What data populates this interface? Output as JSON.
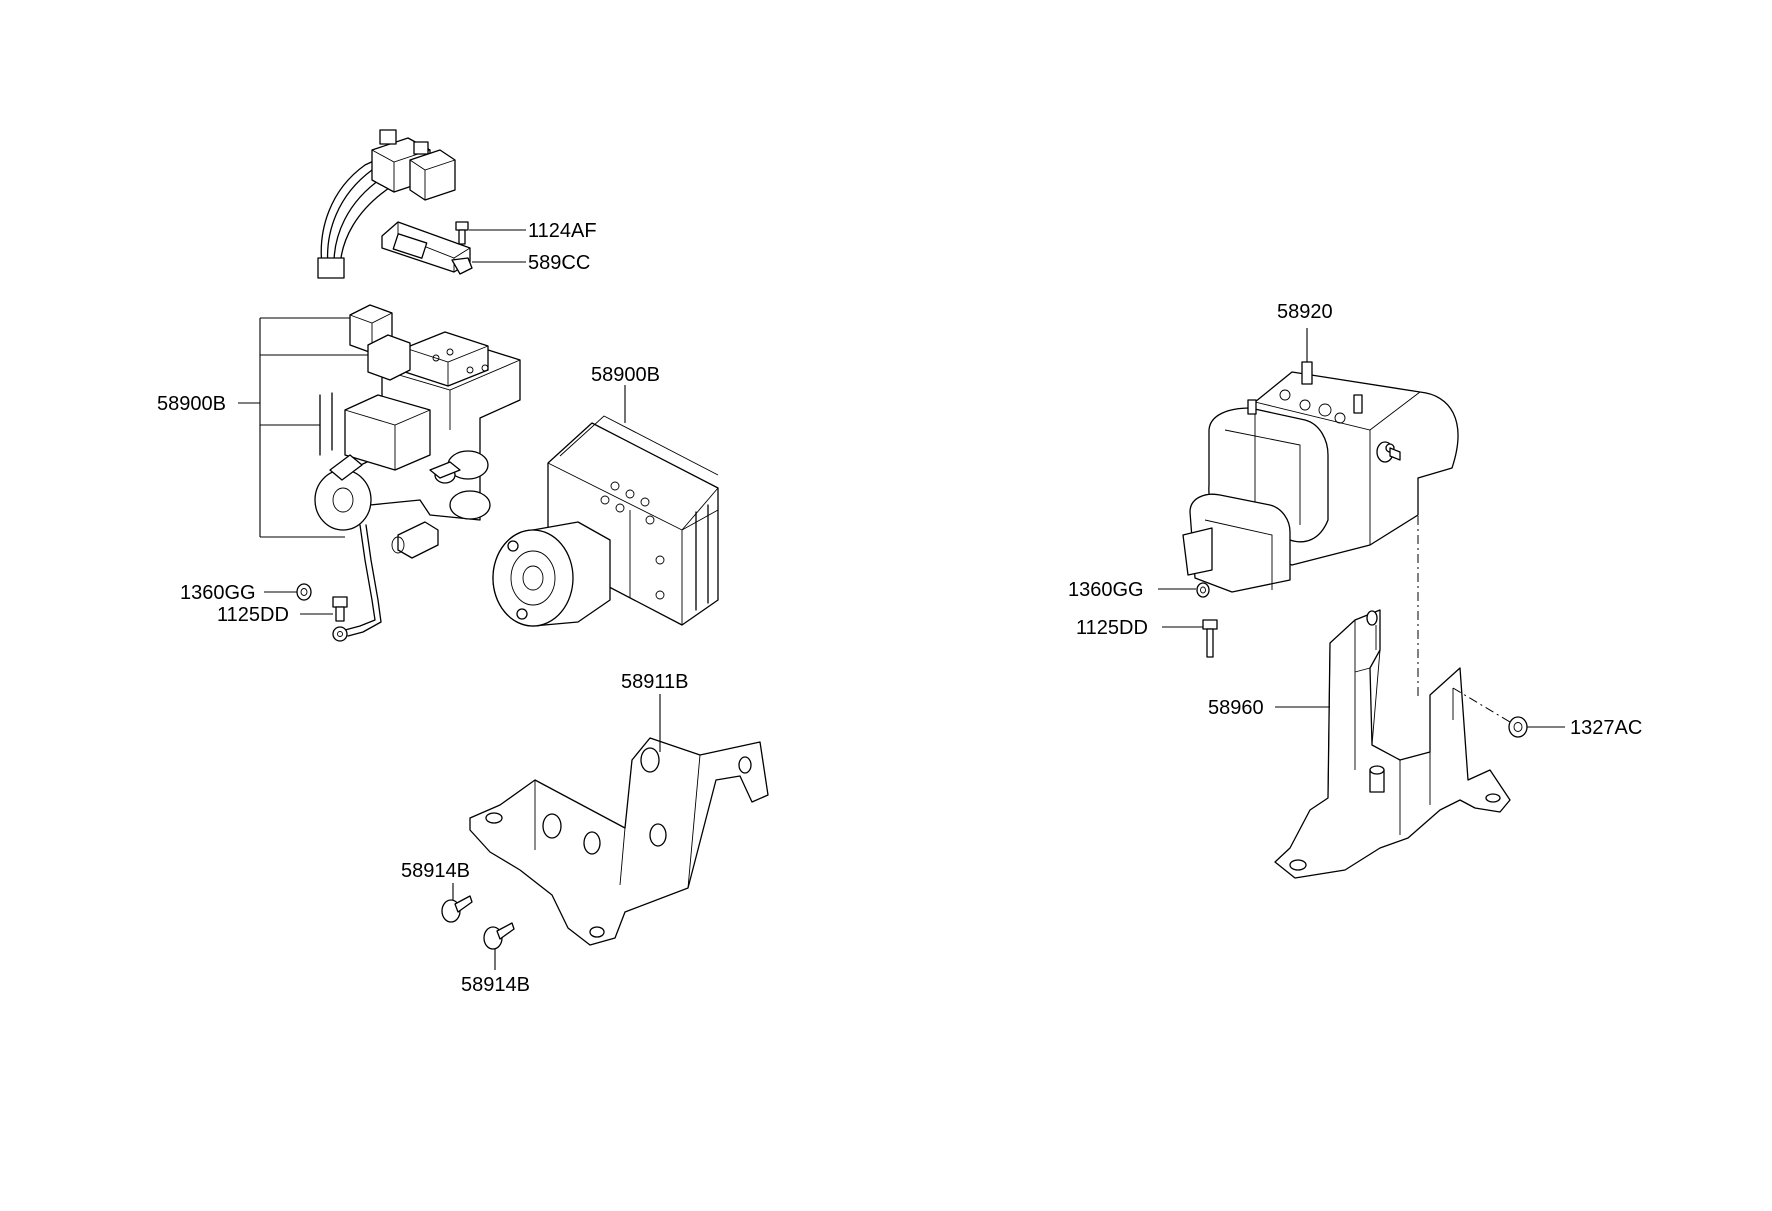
{
  "labels": {
    "l_1124af": "1124AF",
    "l_589cc": "589CC",
    "l_58900b_left": "58900B",
    "l_58900b_top": "58900B",
    "l_1360gg_left": "1360GG",
    "l_1125dd_left": "1125DD",
    "l_58911b": "58911B",
    "l_58914b_a": "58914B",
    "l_58914b_b": "58914B",
    "l_58920": "58920",
    "l_1360gg_right": "1360GG",
    "l_1125dd_right": "1125DD",
    "l_58960": "58960",
    "l_1327ac": "1327AC"
  },
  "colors": {
    "line": "#000000",
    "background": "#ffffff"
  }
}
